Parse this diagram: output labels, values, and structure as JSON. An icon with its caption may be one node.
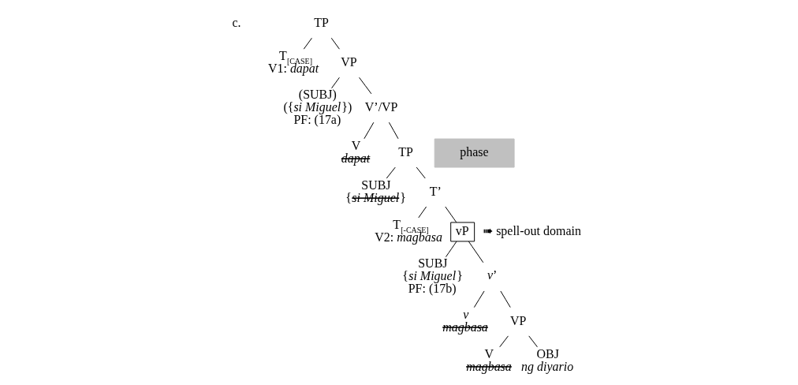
{
  "diagram": {
    "nodes": [
      {
        "text": [
          "TP"
        ]
      },
      {
        "text": [
          "T$_{[CASE]}$",
          "V1: *dapat*"
        ]
      },
      {
        "text": [
          "VP"
        ]
      },
      {
        "text": [
          "(SUBJ)",
          "({*si Miguel*})",
          "PF: (17a)"
        ]
      },
      {
        "text": [
          "V’/VP"
        ]
      },
      {
        "text": [
          "V",
          "*dapat*"
        ]
      },
      {
        "text": [
          "TP"
        ]
      },
      {
        "text": [
          "SUBJ",
          "{*si Miguel*}"
        ]
      },
      {
        "text": [
          "T’"
        ]
      },
      {
        "text": [
          "T$_{[-CASE]}$",
          "V2: *magbasa*"
        ]
      },
      {
        "text": [
          "vP"
        ],
        "beside": [
          "➠ spell-out domain"
        ]
      },
      {
        "text": [
          "SUBJ",
          "{*si Miguel*}",
          "PF: (17b)"
        ]
      },
      {
        "text": [
          "*v*’"
        ]
      },
      {
        "text": [
          "*v*",
          "*magbasa*"
        ]
      },
      {
        "text": [
          "VP"
        ]
      },
      {
        "text": [
          "V",
          "*magbasa*"
        ]
      },
      {
        "text": [
          "OBJ",
          "*ng diyario*"
        ]
      },
      {
        "text": [
          "phase"
        ]
      }
    ],
    "edges": [
      {
        "from": 0,
        "to": 1,
        "arrow": "none"
      },
      {
        "from": 0,
        "to": 2,
        "arrow": "none"
      },
      {
        "from": 2,
        "to": 3,
        "arrow": "none"
      },
      {
        "from": 2,
        "to": 4,
        "arrow": "none"
      },
      {
        "from": 4,
        "to": 5,
        "arrow": "none"
      },
      {
        "from": 4,
        "to": 6,
        "arrow": "none"
      },
      {
        "from": 6,
        "to": 7,
        "arrow": "none"
      },
      {
        "from": 6,
        "to": 8,
        "arrow": "none"
      },
      {
        "from": 8,
        "to": 9,
        "arrow": "none"
      },
      {
        "from": 8,
        "to": 10,
        "arrow": "none"
      },
      {
        "from": 10,
        "to": 11,
        "arrow": "none"
      },
      {
        "from": 10,
        "to": 12,
        "arrow": "none"
      },
      {
        "from": 12,
        "to": 13,
        "arrow": "none"
      },
      {
        "from": 12,
        "to": 14,
        "arrow": "none"
      },
      {
        "from": 14,
        "to": 15,
        "arrow": "none"
      },
      {
        "from": 14,
        "to": 16,
        "arrow": "none"
      }
    ],
    "labels": [
      "c."
    ]
  }
}
